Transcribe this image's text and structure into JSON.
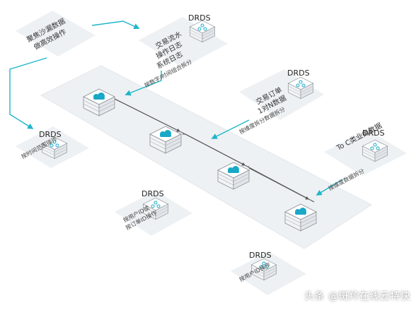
{
  "colors": {
    "arrow": "#1fb6c9",
    "icon": "#19a8c6",
    "plate": "#eef1f3",
    "plate_edge": "#dde2e6"
  },
  "nodes": {
    "top_left": {
      "lines": [
        "聚焦沙漏数据",
        "做高效操作"
      ]
    },
    "top_center": {
      "badge": "DRDS",
      "lines": [
        "交易流水",
        "操作日志",
        "系统日志"
      ]
    },
    "mid_right": {
      "badge": "DRDS",
      "lines": [
        "交易订单",
        "1对N数据"
      ]
    },
    "left": {
      "badge": "DRDS",
      "lines": [
        "按时间范围操作"
      ]
    },
    "right": {
      "badge": "DRDS",
      "lines": [
        "To C类业务数据"
      ]
    },
    "bottom_mid": {
      "badge": "DRDS",
      "lines": [
        "按用户ID或",
        "按订单ID操作"
      ]
    },
    "bottom": {
      "badge": "DRDS",
      "lines": [
        "按用户ID操作"
      ]
    }
  },
  "connectors": {
    "top_center": "按数字/时间组合拆分",
    "mid_right": "按维度拆分数据拆分",
    "right": "按维度数据拆分"
  },
  "watermark": "头条 @斑羚在线云特快"
}
